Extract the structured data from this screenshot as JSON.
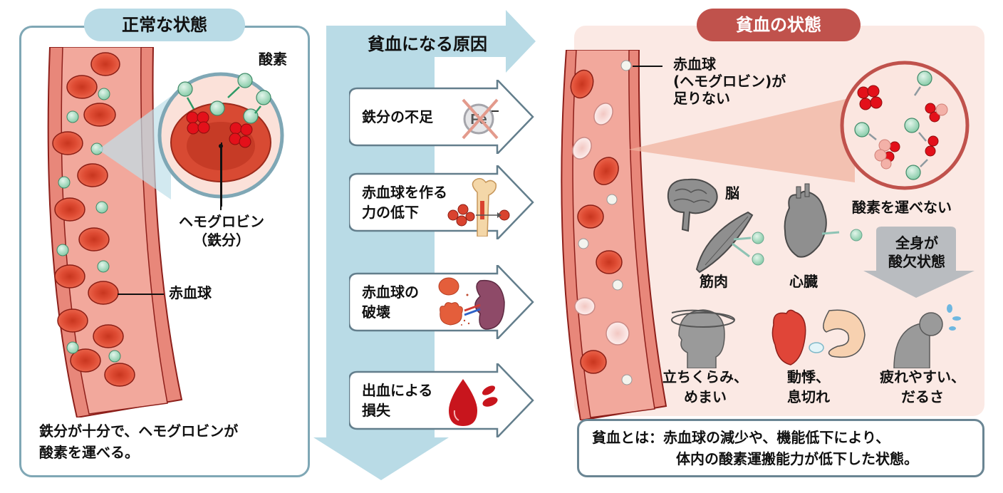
{
  "normal_state": {
    "title": "正常な状態",
    "oxygen_label": "酸素",
    "hemoglobin_label_line1": "ヘモグロビン",
    "hemoglobin_label_line2": "（鉄分）",
    "rbc_label": "赤血球",
    "caption_line1": "鉄分が十分で、ヘモグロビンが",
    "caption_line2": "酸素を運べる。"
  },
  "causes": {
    "title": "貧血になる原因",
    "items": [
      {
        "line1": "鉄分の不足",
        "line2": "",
        "icon": "iron-deficiency-icon",
        "icon_text": "Fe"
      },
      {
        "line1": "赤血球を作る",
        "line2": "力の低下",
        "icon": "bone-marrow-icon"
      },
      {
        "line1": "赤血球の",
        "line2": "破壊",
        "icon": "spleen-destruction-icon"
      },
      {
        "line1": "出血による",
        "line2": "損失",
        "icon": "blood-drop-icon"
      }
    ]
  },
  "anemia_state": {
    "title": "貧血の状態",
    "rbc_label_line1": "赤血球",
    "rbc_label_line2": "(ヘモグロビン)が",
    "rbc_label_line3": "足りない",
    "organs": {
      "brain": "脳",
      "muscle": "筋肉",
      "heart": "心臓"
    },
    "cannot_carry_oxygen": "酸素を運べない",
    "hypoxia_line1": "全身が",
    "hypoxia_line2": "酸欠状態",
    "symptoms": [
      {
        "line1": "立ちくらみ、",
        "line2": "めまい",
        "icon": "dizziness-icon"
      },
      {
        "line1": "動悸、",
        "line2": "息切れ",
        "icon": "palpitation-breath-icon"
      },
      {
        "line1": "疲れやすい、",
        "line2": "だるさ",
        "icon": "fatigue-icon"
      }
    ]
  },
  "definition": {
    "prefix": "貧血とは：",
    "line1": "赤血球の減少や、機能低下により、",
    "line2": "体内の酸素運搬能力が低下した状態。"
  },
  "colors": {
    "normal_accent": "#b9dbe6",
    "anemia_accent": "#c0524c",
    "oxygen": "#9fd6bb",
    "rbc": "#d9432f",
    "anemia_bg": "#fbe9e4"
  }
}
